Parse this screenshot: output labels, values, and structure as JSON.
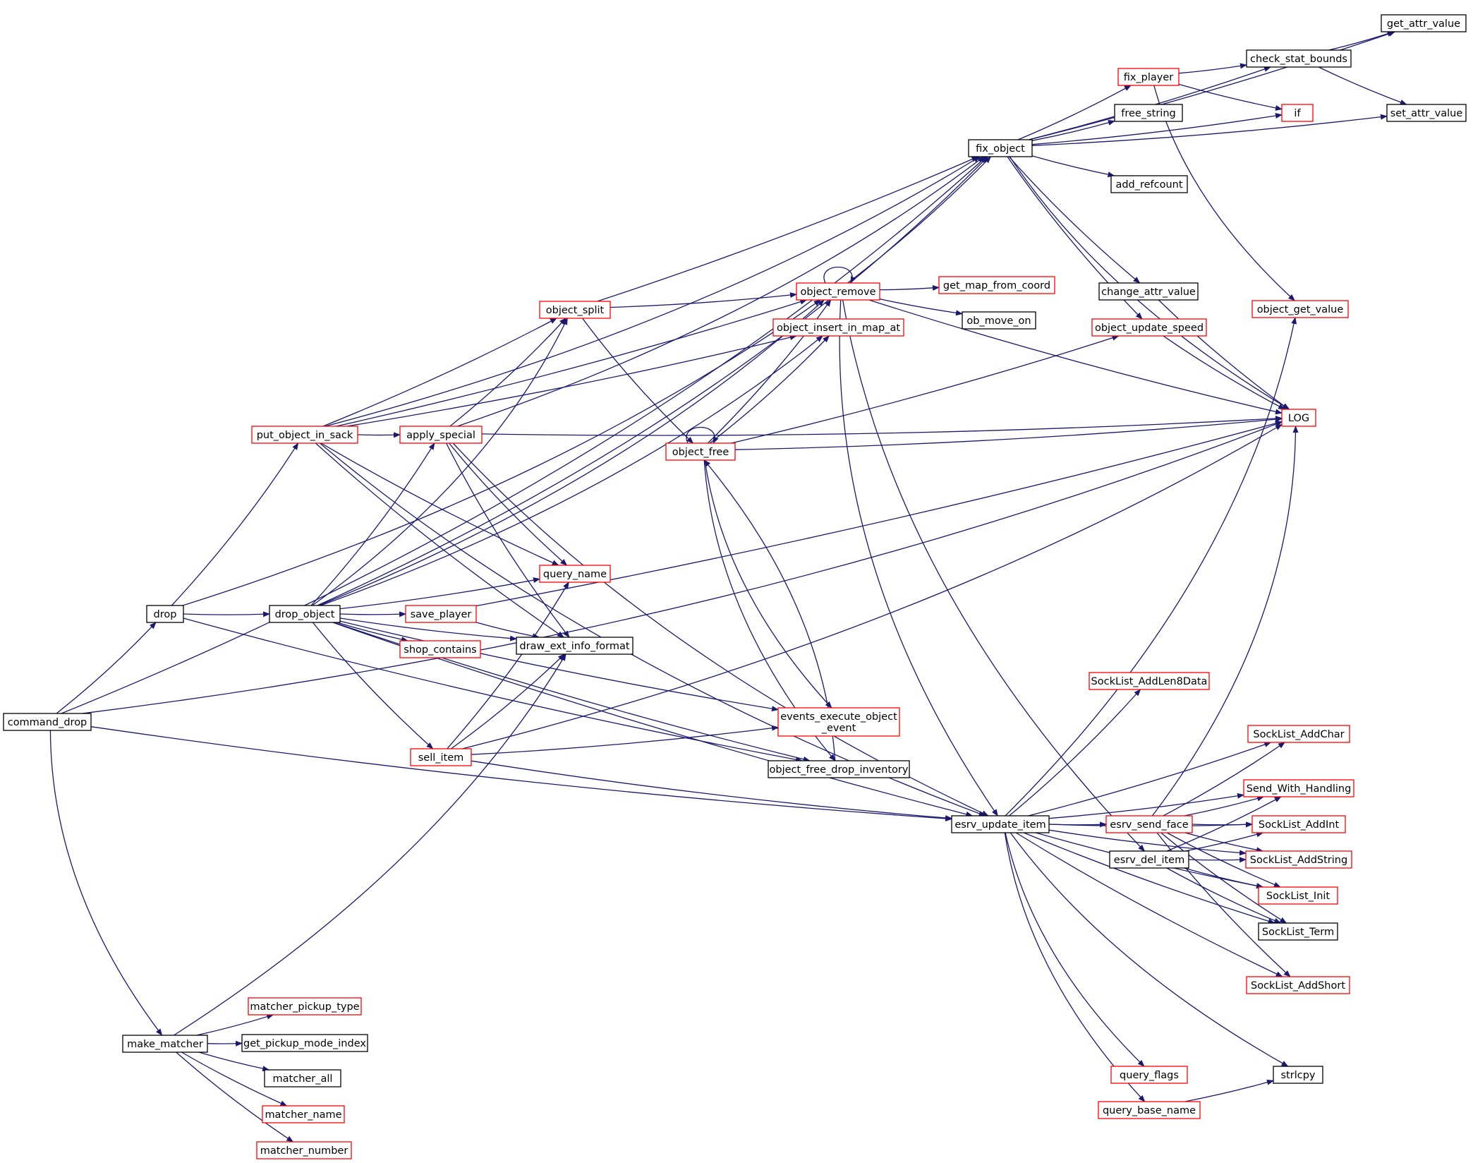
{
  "colors": {
    "edge": "#191970",
    "node_border_default": "#000000",
    "node_border_truncated": "#ff0000",
    "root_fill": "#bfbfbf"
  },
  "nodes": [
    {
      "id": "command_drop",
      "label": "command_drop",
      "root": true,
      "border": "black"
    },
    {
      "id": "drop",
      "label": "drop",
      "border": "black"
    },
    {
      "id": "make_matcher",
      "label": "make_matcher",
      "border": "black"
    },
    {
      "id": "put_object_in_sack",
      "label": "put_object_in_sack",
      "border": "red"
    },
    {
      "id": "drop_object",
      "label": "drop_object",
      "border": "black"
    },
    {
      "id": "apply_special",
      "label": "apply_special",
      "border": "red"
    },
    {
      "id": "save_player",
      "label": "save_player",
      "border": "red"
    },
    {
      "id": "shop_contains",
      "label": "shop_contains",
      "border": "red"
    },
    {
      "id": "sell_item",
      "label": "sell_item",
      "border": "red"
    },
    {
      "id": "object_split",
      "label": "object_split",
      "border": "red"
    },
    {
      "id": "query_name",
      "label": "query_name",
      "border": "red"
    },
    {
      "id": "draw_ext_info_format",
      "label": "draw_ext_info_format",
      "border": "black"
    },
    {
      "id": "matcher_pickup_type",
      "label": "matcher_pickup_type",
      "border": "red"
    },
    {
      "id": "get_pickup_mode_index",
      "label": "get_pickup_mode_index",
      "border": "black"
    },
    {
      "id": "matcher_all",
      "label": "matcher_all",
      "border": "black"
    },
    {
      "id": "matcher_name",
      "label": "matcher_name",
      "border": "red"
    },
    {
      "id": "matcher_number",
      "label": "matcher_number",
      "border": "red"
    },
    {
      "id": "object_remove",
      "label": "object_remove",
      "border": "red"
    },
    {
      "id": "object_insert_in_map_at",
      "label": "object_insert_in_map_at",
      "border": "red"
    },
    {
      "id": "object_free",
      "label": "object_free",
      "border": "red"
    },
    {
      "id": "events_execute_object_event",
      "label": [
        "events_execute_object",
        "_event"
      ],
      "border": "red"
    },
    {
      "id": "object_free_drop_inventory",
      "label": "object_free_drop_inventory",
      "border": "black"
    },
    {
      "id": "esrv_update_item",
      "label": "esrv_update_item",
      "border": "black"
    },
    {
      "id": "fix_object",
      "label": "fix_object",
      "border": "black"
    },
    {
      "id": "get_map_from_coord",
      "label": "get_map_from_coord",
      "border": "red"
    },
    {
      "id": "ob_move_on",
      "label": "ob_move_on",
      "border": "black"
    },
    {
      "id": "fix_player",
      "label": "fix_player",
      "border": "red"
    },
    {
      "id": "free_string",
      "label": "free_string",
      "border": "black"
    },
    {
      "id": "add_refcount",
      "label": "add_refcount",
      "border": "black"
    },
    {
      "id": "change_attr_value",
      "label": "change_attr_value",
      "border": "black"
    },
    {
      "id": "object_update_speed",
      "label": "object_update_speed",
      "border": "red"
    },
    {
      "id": "check_stat_bounds",
      "label": "check_stat_bounds",
      "border": "black"
    },
    {
      "id": "get_attr_value",
      "label": "get_attr_value",
      "border": "black"
    },
    {
      "id": "set_attr_value",
      "label": "set_attr_value",
      "border": "black"
    },
    {
      "id": "if",
      "label": "if",
      "border": "red"
    },
    {
      "id": "object_get_value",
      "label": "object_get_value",
      "border": "red"
    },
    {
      "id": "LOG",
      "label": "LOG",
      "border": "red"
    },
    {
      "id": "SockList_AddLen8Data",
      "label": "SockList_AddLen8Data",
      "border": "red"
    },
    {
      "id": "esrv_send_face",
      "label": "esrv_send_face",
      "border": "red"
    },
    {
      "id": "esrv_del_item",
      "label": "esrv_del_item",
      "border": "black"
    },
    {
      "id": "SockList_AddChar",
      "label": "SockList_AddChar",
      "border": "red"
    },
    {
      "id": "Send_With_Handling",
      "label": "Send_With_Handling",
      "border": "red"
    },
    {
      "id": "SockList_AddInt",
      "label": "SockList_AddInt",
      "border": "red"
    },
    {
      "id": "SockList_AddString",
      "label": "SockList_AddString",
      "border": "red"
    },
    {
      "id": "SockList_Init",
      "label": "SockList_Init",
      "border": "red"
    },
    {
      "id": "SockList_Term",
      "label": "SockList_Term",
      "border": "black"
    },
    {
      "id": "SockList_AddShort",
      "label": "SockList_AddShort",
      "border": "red"
    },
    {
      "id": "query_flags",
      "label": "query_flags",
      "border": "red"
    },
    {
      "id": "query_base_name",
      "label": "query_base_name",
      "border": "red"
    },
    {
      "id": "strlcpy",
      "label": "strlcpy",
      "border": "black"
    }
  ],
  "edges": [
    [
      "command_drop",
      "drop"
    ],
    [
      "command_drop",
      "make_matcher"
    ],
    [
      "command_drop",
      "fix_object"
    ],
    [
      "command_drop",
      "esrv_update_item"
    ],
    [
      "command_drop",
      "LOG"
    ],
    [
      "drop",
      "put_object_in_sack"
    ],
    [
      "drop",
      "drop_object"
    ],
    [
      "drop",
      "object_remove"
    ],
    [
      "drop",
      "object_free_drop_inventory"
    ],
    [
      "make_matcher",
      "draw_ext_info_format"
    ],
    [
      "make_matcher",
      "matcher_pickup_type"
    ],
    [
      "make_matcher",
      "get_pickup_mode_index"
    ],
    [
      "make_matcher",
      "matcher_all"
    ],
    [
      "make_matcher",
      "matcher_name"
    ],
    [
      "make_matcher",
      "matcher_number"
    ],
    [
      "put_object_in_sack",
      "apply_special"
    ],
    [
      "put_object_in_sack",
      "object_split"
    ],
    [
      "put_object_in_sack",
      "object_remove"
    ],
    [
      "put_object_in_sack",
      "object_insert_in_map_at"
    ],
    [
      "put_object_in_sack",
      "fix_object"
    ],
    [
      "put_object_in_sack",
      "query_name"
    ],
    [
      "put_object_in_sack",
      "draw_ext_info_format"
    ],
    [
      "put_object_in_sack",
      "esrv_update_item"
    ],
    [
      "drop_object",
      "apply_special"
    ],
    [
      "drop_object",
      "object_split"
    ],
    [
      "drop_object",
      "object_remove"
    ],
    [
      "drop_object",
      "object_insert_in_map_at"
    ],
    [
      "drop_object",
      "fix_object"
    ],
    [
      "drop_object",
      "query_name"
    ],
    [
      "drop_object",
      "save_player"
    ],
    [
      "drop_object",
      "shop_contains"
    ],
    [
      "drop_object",
      "draw_ext_info_format"
    ],
    [
      "drop_object",
      "sell_item"
    ],
    [
      "drop_object",
      "events_execute_object_event"
    ],
    [
      "drop_object",
      "object_free_drop_inventory"
    ],
    [
      "drop_object",
      "esrv_update_item"
    ],
    [
      "apply_special",
      "object_split"
    ],
    [
      "apply_special",
      "fix_object"
    ],
    [
      "apply_special",
      "query_name"
    ],
    [
      "apply_special",
      "draw_ext_info_format"
    ],
    [
      "apply_special",
      "LOG"
    ],
    [
      "apply_special",
      "esrv_update_item"
    ],
    [
      "save_player",
      "draw_ext_info_format"
    ],
    [
      "save_player",
      "LOG"
    ],
    [
      "sell_item",
      "query_name"
    ],
    [
      "sell_item",
      "draw_ext_info_format"
    ],
    [
      "sell_item",
      "events_execute_object_event"
    ],
    [
      "sell_item",
      "esrv_update_item"
    ],
    [
      "sell_item",
      "LOG"
    ],
    [
      "object_split",
      "object_remove"
    ],
    [
      "object_split",
      "object_free"
    ],
    [
      "object_split",
      "fix_object"
    ],
    [
      "object_remove",
      "object_remove"
    ],
    [
      "object_remove",
      "fix_object"
    ],
    [
      "object_remove",
      "get_map_from_coord"
    ],
    [
      "object_remove",
      "ob_move_on"
    ],
    [
      "object_remove",
      "LOG"
    ],
    [
      "object_remove",
      "esrv_update_item"
    ],
    [
      "object_remove",
      "esrv_del_item"
    ],
    [
      "object_free",
      "object_free"
    ],
    [
      "object_free",
      "object_remove"
    ],
    [
      "object_free",
      "object_insert_in_map_at"
    ],
    [
      "object_free",
      "object_update_speed"
    ],
    [
      "object_free",
      "LOG"
    ],
    [
      "object_free",
      "events_execute_object_event"
    ],
    [
      "object_free",
      "object_free_drop_inventory"
    ],
    [
      "object_free_drop_inventory",
      "object_free"
    ],
    [
      "fix_object",
      "get_attr_value"
    ],
    [
      "fix_object",
      "check_stat_bounds"
    ],
    [
      "fix_object",
      "fix_player"
    ],
    [
      "fix_object",
      "free_string"
    ],
    [
      "fix_object",
      "if"
    ],
    [
      "fix_object",
      "add_refcount"
    ],
    [
      "fix_object",
      "set_attr_value"
    ],
    [
      "fix_object",
      "change_attr_value"
    ],
    [
      "fix_object",
      "object_update_speed"
    ],
    [
      "fix_object",
      "LOG"
    ],
    [
      "fix_player",
      "check_stat_bounds"
    ],
    [
      "fix_player",
      "if"
    ],
    [
      "fix_player",
      "object_get_value"
    ],
    [
      "check_stat_bounds",
      "get_attr_value"
    ],
    [
      "check_stat_bounds",
      "set_attr_value"
    ],
    [
      "change_attr_value",
      "LOG"
    ],
    [
      "object_update_speed",
      "LOG"
    ],
    [
      "esrv_update_item",
      "object_get_value"
    ],
    [
      "esrv_update_item",
      "SockList_AddLen8Data"
    ],
    [
      "esrv_update_item",
      "SockList_AddChar"
    ],
    [
      "esrv_update_item",
      "Send_With_Handling"
    ],
    [
      "esrv_update_item",
      "SockList_AddInt"
    ],
    [
      "esrv_update_item",
      "esrv_send_face"
    ],
    [
      "esrv_update_item",
      "SockList_AddString"
    ],
    [
      "esrv_update_item",
      "SockList_Init"
    ],
    [
      "esrv_update_item",
      "SockList_Term"
    ],
    [
      "esrv_update_item",
      "SockList_AddShort"
    ],
    [
      "esrv_update_item",
      "query_flags"
    ],
    [
      "esrv_update_item",
      "query_base_name"
    ],
    [
      "esrv_update_item",
      "strlcpy"
    ],
    [
      "esrv_send_face",
      "LOG"
    ],
    [
      "esrv_send_face",
      "SockList_AddChar"
    ],
    [
      "esrv_send_face",
      "Send_With_Handling"
    ],
    [
      "esrv_send_face",
      "SockList_AddInt"
    ],
    [
      "esrv_send_face",
      "SockList_AddString"
    ],
    [
      "esrv_send_face",
      "SockList_Init"
    ],
    [
      "esrv_send_face",
      "SockList_Term"
    ],
    [
      "esrv_send_face",
      "SockList_AddShort"
    ],
    [
      "esrv_del_item",
      "Send_With_Handling"
    ],
    [
      "esrv_del_item",
      "SockList_AddInt"
    ],
    [
      "esrv_del_item",
      "SockList_AddString"
    ],
    [
      "esrv_del_item",
      "SockList_Init"
    ],
    [
      "esrv_del_item",
      "SockList_Term"
    ],
    [
      "query_base_name",
      "strlcpy"
    ]
  ]
}
